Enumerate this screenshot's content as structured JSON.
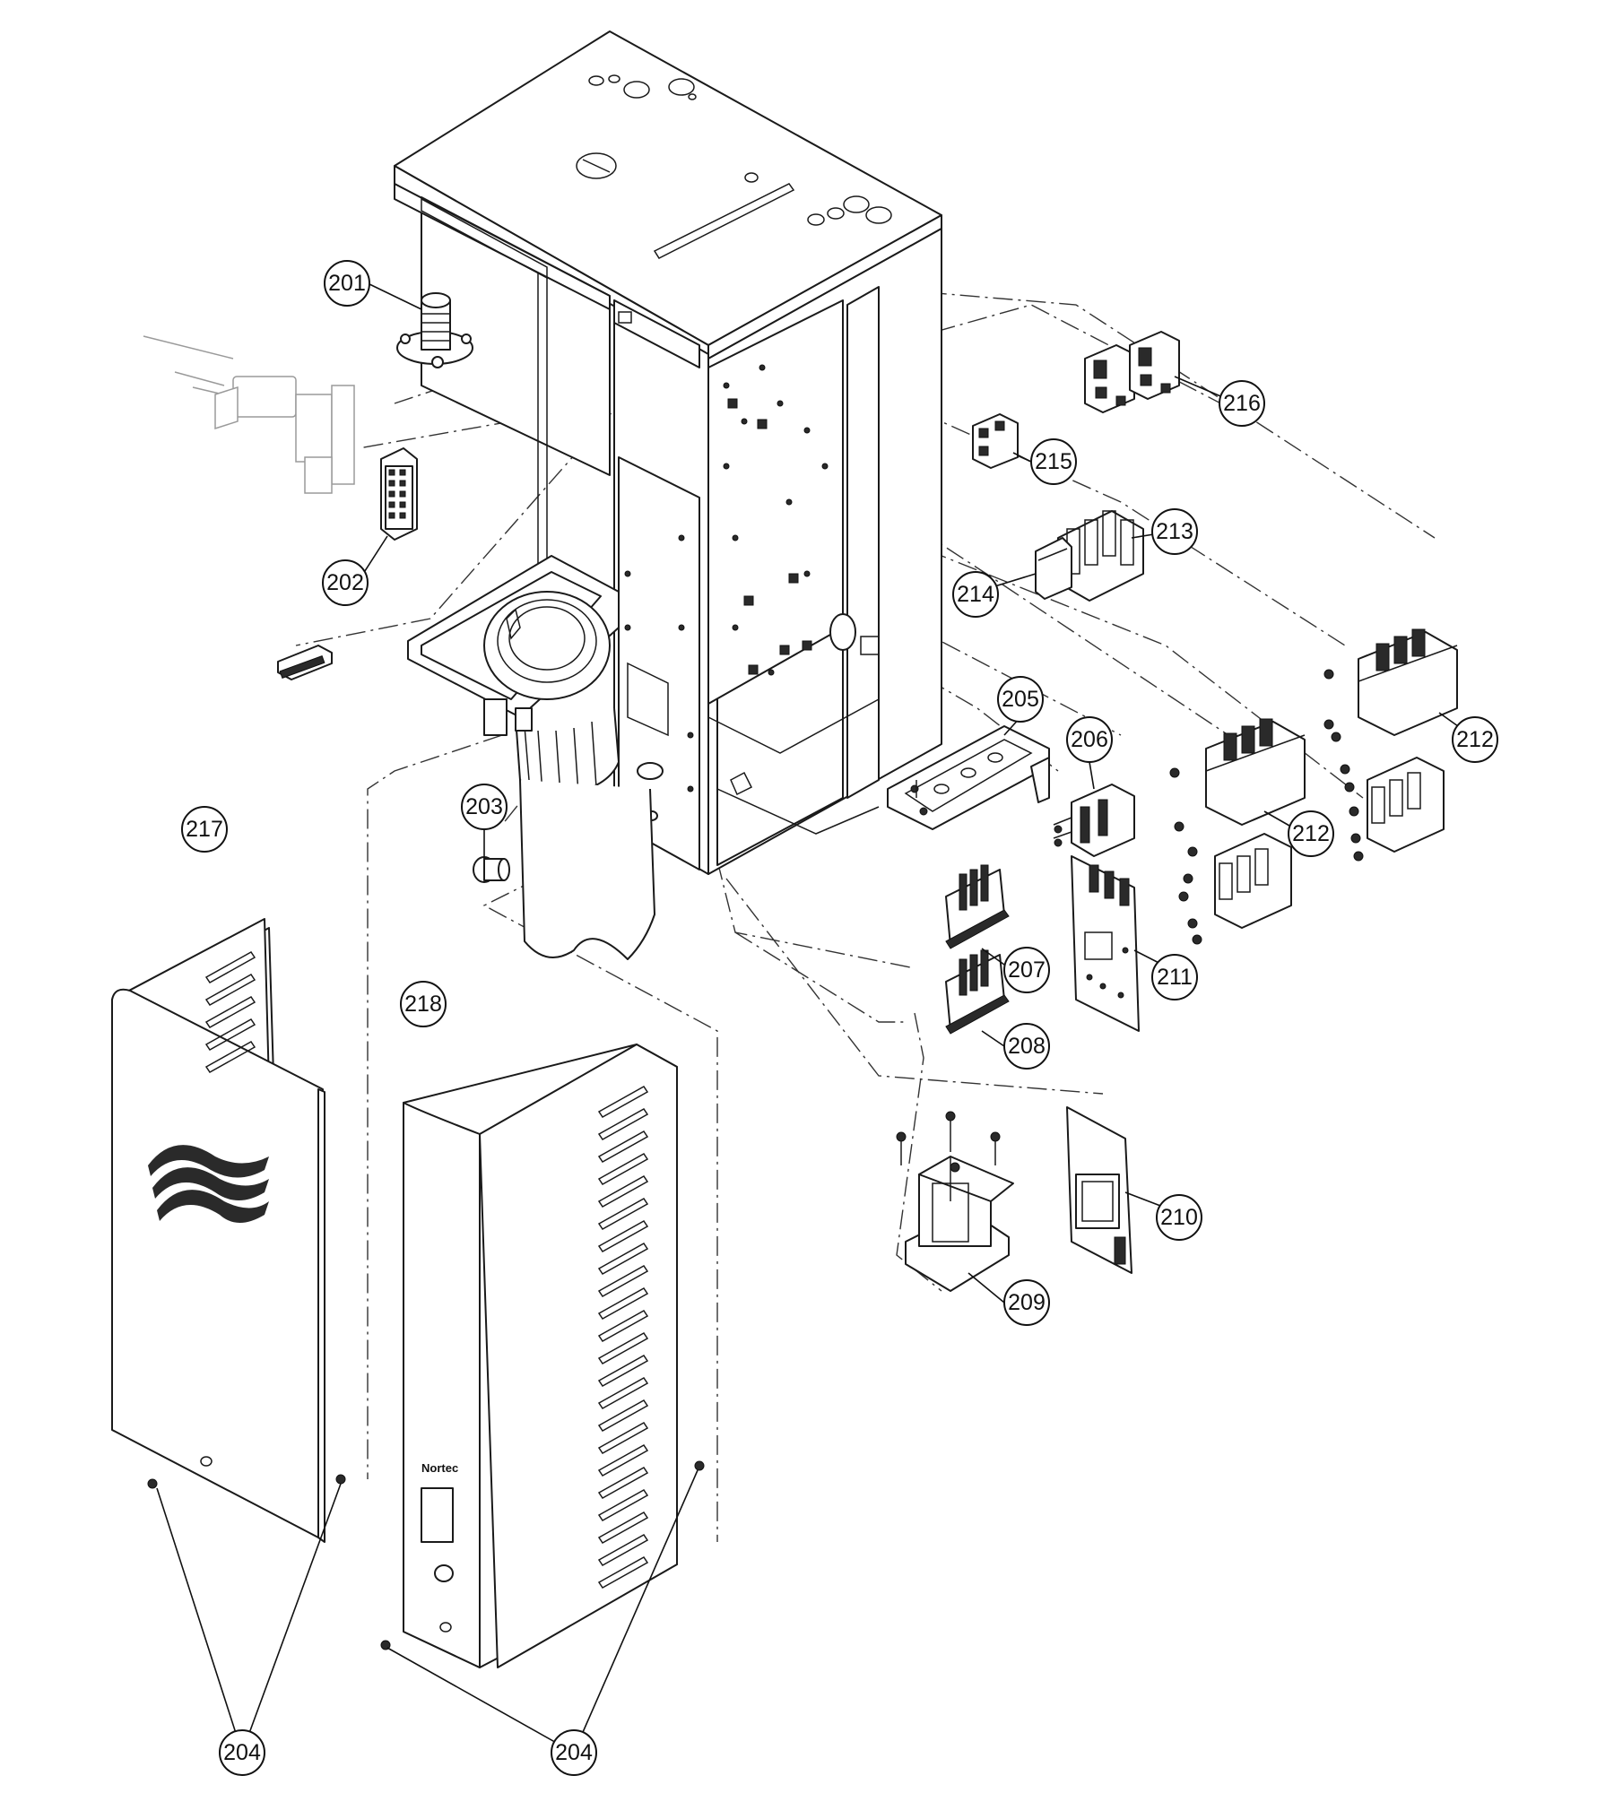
{
  "callouts": [
    {
      "label": "201"
    },
    {
      "label": "202"
    },
    {
      "label": "203"
    },
    {
      "label": "204"
    },
    {
      "label": "204"
    },
    {
      "label": "205"
    },
    {
      "label": "206"
    },
    {
      "label": "207"
    },
    {
      "label": "208"
    },
    {
      "label": "209"
    },
    {
      "label": "210"
    },
    {
      "label": "211"
    },
    {
      "label": "212"
    },
    {
      "label": "212"
    },
    {
      "label": "213"
    },
    {
      "label": "214"
    },
    {
      "label": "215"
    },
    {
      "label": "216"
    },
    {
      "label": "217"
    },
    {
      "label": "218"
    }
  ],
  "front_cover": {
    "brand_text": "Nortec"
  }
}
